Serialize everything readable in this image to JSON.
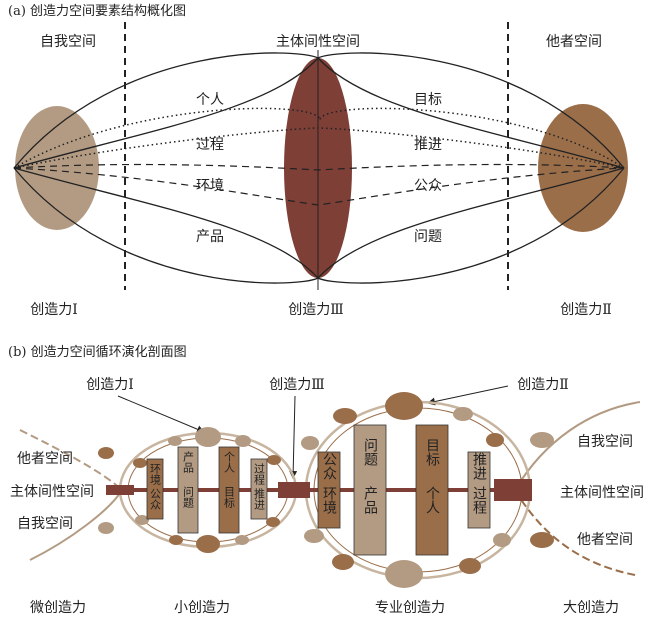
{
  "panel_a": {
    "title": "(a) 创造力空间要素结构概化图",
    "region_left": "自我空间",
    "region_center": "主体间性空间",
    "region_right": "他者空间",
    "paths_left": [
      "个人",
      "过程",
      "环境",
      "产品"
    ],
    "paths_right": [
      "目标",
      "推进",
      "公众",
      "问题"
    ],
    "bottom_left": "创造力Ⅰ",
    "bottom_center": "创造力Ⅲ",
    "bottom_right": "创造力Ⅱ"
  },
  "panel_b": {
    "title": "(b) 创造力空间循环演化剖面图",
    "callout_1": "创造力Ⅰ",
    "callout_3": "创造力Ⅲ",
    "callout_2": "创造力Ⅱ",
    "left_labels": [
      "他者空间",
      "主体间性空间",
      "自我空间"
    ],
    "right_labels": [
      "自我空间",
      "主体间性空间",
      "他者空间"
    ],
    "small_bars": [
      "环境",
      "公众",
      "产品",
      "问题",
      "个人",
      "目标",
      "过程",
      "推进"
    ],
    "big_bars": [
      "公众",
      "环境",
      "问题",
      "产品",
      "目标",
      "个人",
      "推进",
      "过程"
    ],
    "stages": [
      "微创造力",
      "小创造力",
      "专业创造力",
      "大创造力"
    ]
  },
  "colors": {
    "light": "#b39b83",
    "dark": "#9b6e4a",
    "maroon": "#7d3f36",
    "line": "#222222"
  }
}
